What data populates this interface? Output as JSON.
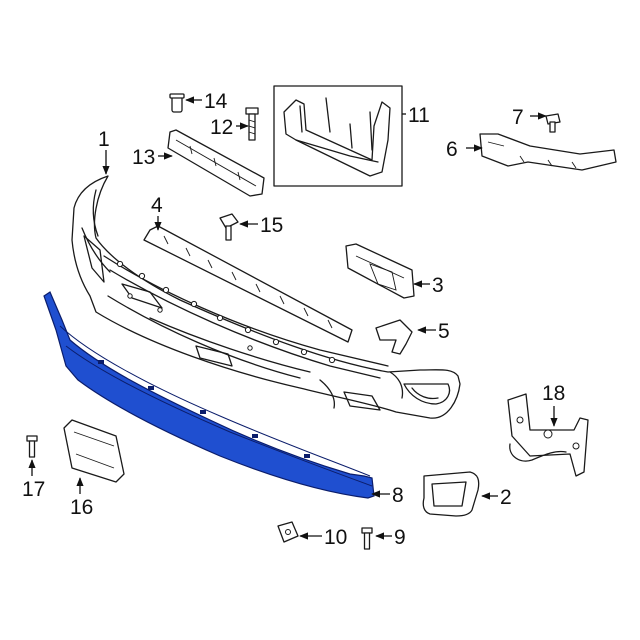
{
  "diagram": {
    "highlight_color": "#1f4fd0",
    "callouts": [
      {
        "id": "c1",
        "label": "1"
      },
      {
        "id": "c2",
        "label": "2"
      },
      {
        "id": "c3",
        "label": "3"
      },
      {
        "id": "c4",
        "label": "4"
      },
      {
        "id": "c5",
        "label": "5"
      },
      {
        "id": "c6",
        "label": "6"
      },
      {
        "id": "c7",
        "label": "7"
      },
      {
        "id": "c8",
        "label": "8"
      },
      {
        "id": "c9",
        "label": "9"
      },
      {
        "id": "c10",
        "label": "10"
      },
      {
        "id": "c11",
        "label": "11"
      },
      {
        "id": "c12",
        "label": "12"
      },
      {
        "id": "c13",
        "label": "13"
      },
      {
        "id": "c14",
        "label": "14"
      },
      {
        "id": "c15",
        "label": "15"
      },
      {
        "id": "c16",
        "label": "16"
      },
      {
        "id": "c17",
        "label": "17"
      },
      {
        "id": "c18",
        "label": "18"
      }
    ]
  }
}
